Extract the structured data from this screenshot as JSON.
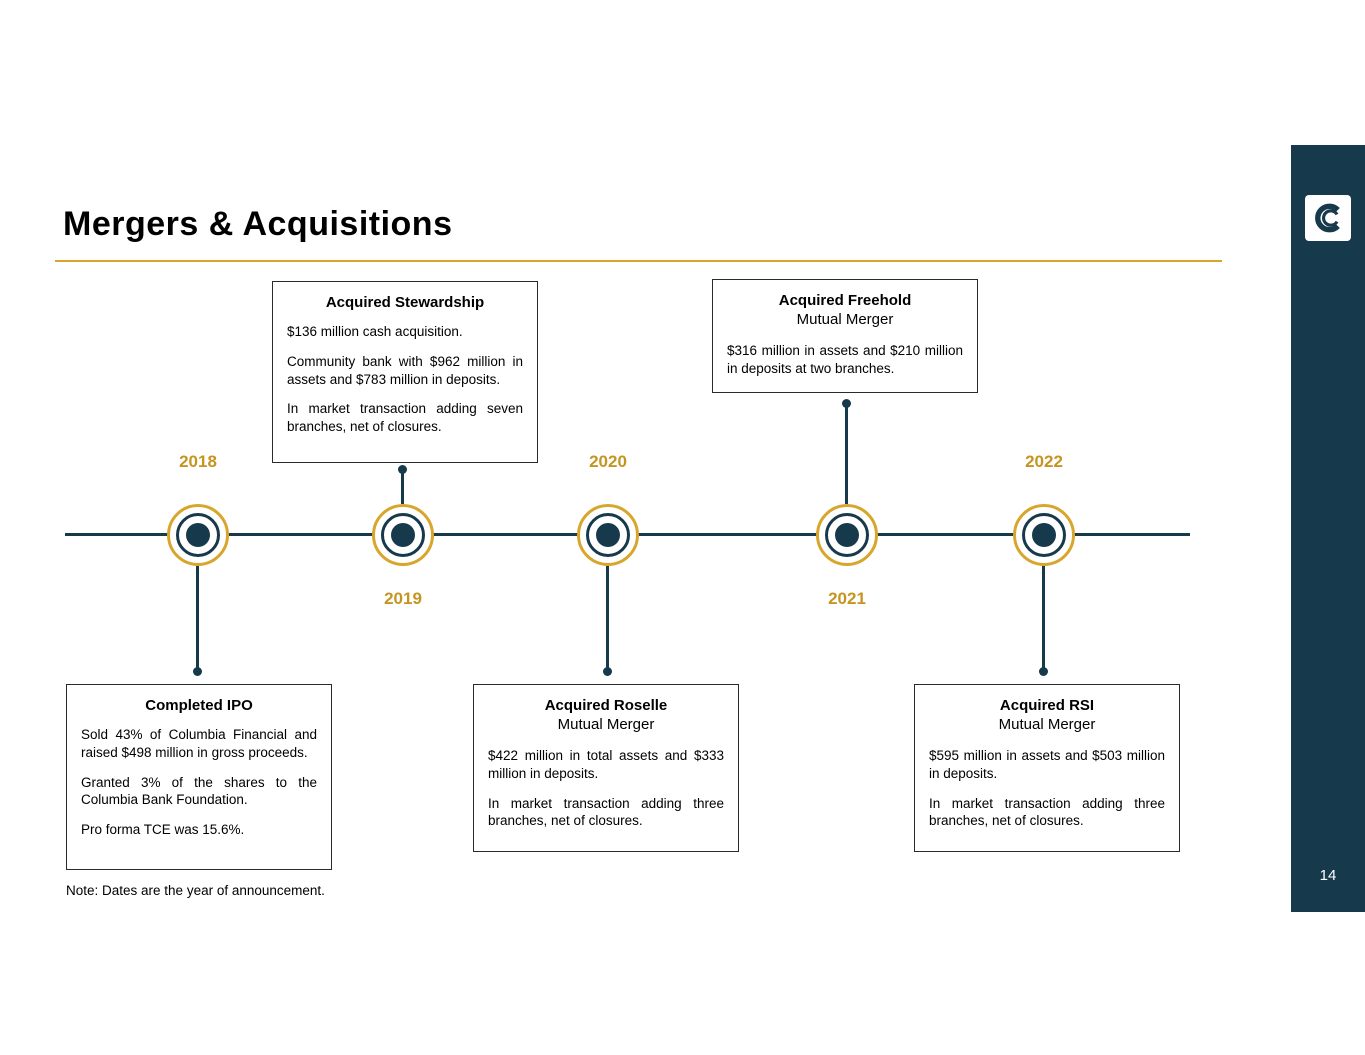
{
  "slide": {
    "title": "Mergers & Acquisitions",
    "note": "Note: Dates are the year of announcement.",
    "page_number": "14"
  },
  "colors": {
    "navy": "#16394b",
    "gold": "#d8a62c",
    "year_gold": "#c6951f"
  },
  "timeline": {
    "events": [
      {
        "year": "2018",
        "box_side": "below",
        "title": "Completed IPO",
        "subtitle": "",
        "paragraphs": [
          "Sold 43% of Columbia Financial and raised $498 million in gross proceeds.",
          "Granted 3% of the shares to the Columbia Bank Foundation.",
          "Pro forma TCE was 15.6%."
        ]
      },
      {
        "year": "2019",
        "box_side": "above",
        "title": "Acquired Stewardship",
        "subtitle": "",
        "paragraphs": [
          "$136 million cash acquisition.",
          "Community bank with $962 million in assets and $783 million in deposits.",
          "In market transaction adding seven branches, net of closures."
        ]
      },
      {
        "year": "2020",
        "box_side": "below",
        "title": "Acquired Roselle",
        "subtitle": "Mutual Merger",
        "paragraphs": [
          "$422 million in total assets and $333 million in deposits.",
          "In market transaction adding three branches, net of closures."
        ]
      },
      {
        "year": "2021",
        "box_side": "above",
        "title": "Acquired Freehold",
        "subtitle": "Mutual Merger",
        "paragraphs": [
          "$316 million in assets and $210 million in deposits at two branches."
        ]
      },
      {
        "year": "2022",
        "box_side": "below",
        "title": "Acquired RSI",
        "subtitle": "Mutual Merger",
        "paragraphs": [
          "$595 million in assets and $503 million in deposits.",
          "In market transaction adding three branches, net of closures."
        ]
      }
    ]
  }
}
